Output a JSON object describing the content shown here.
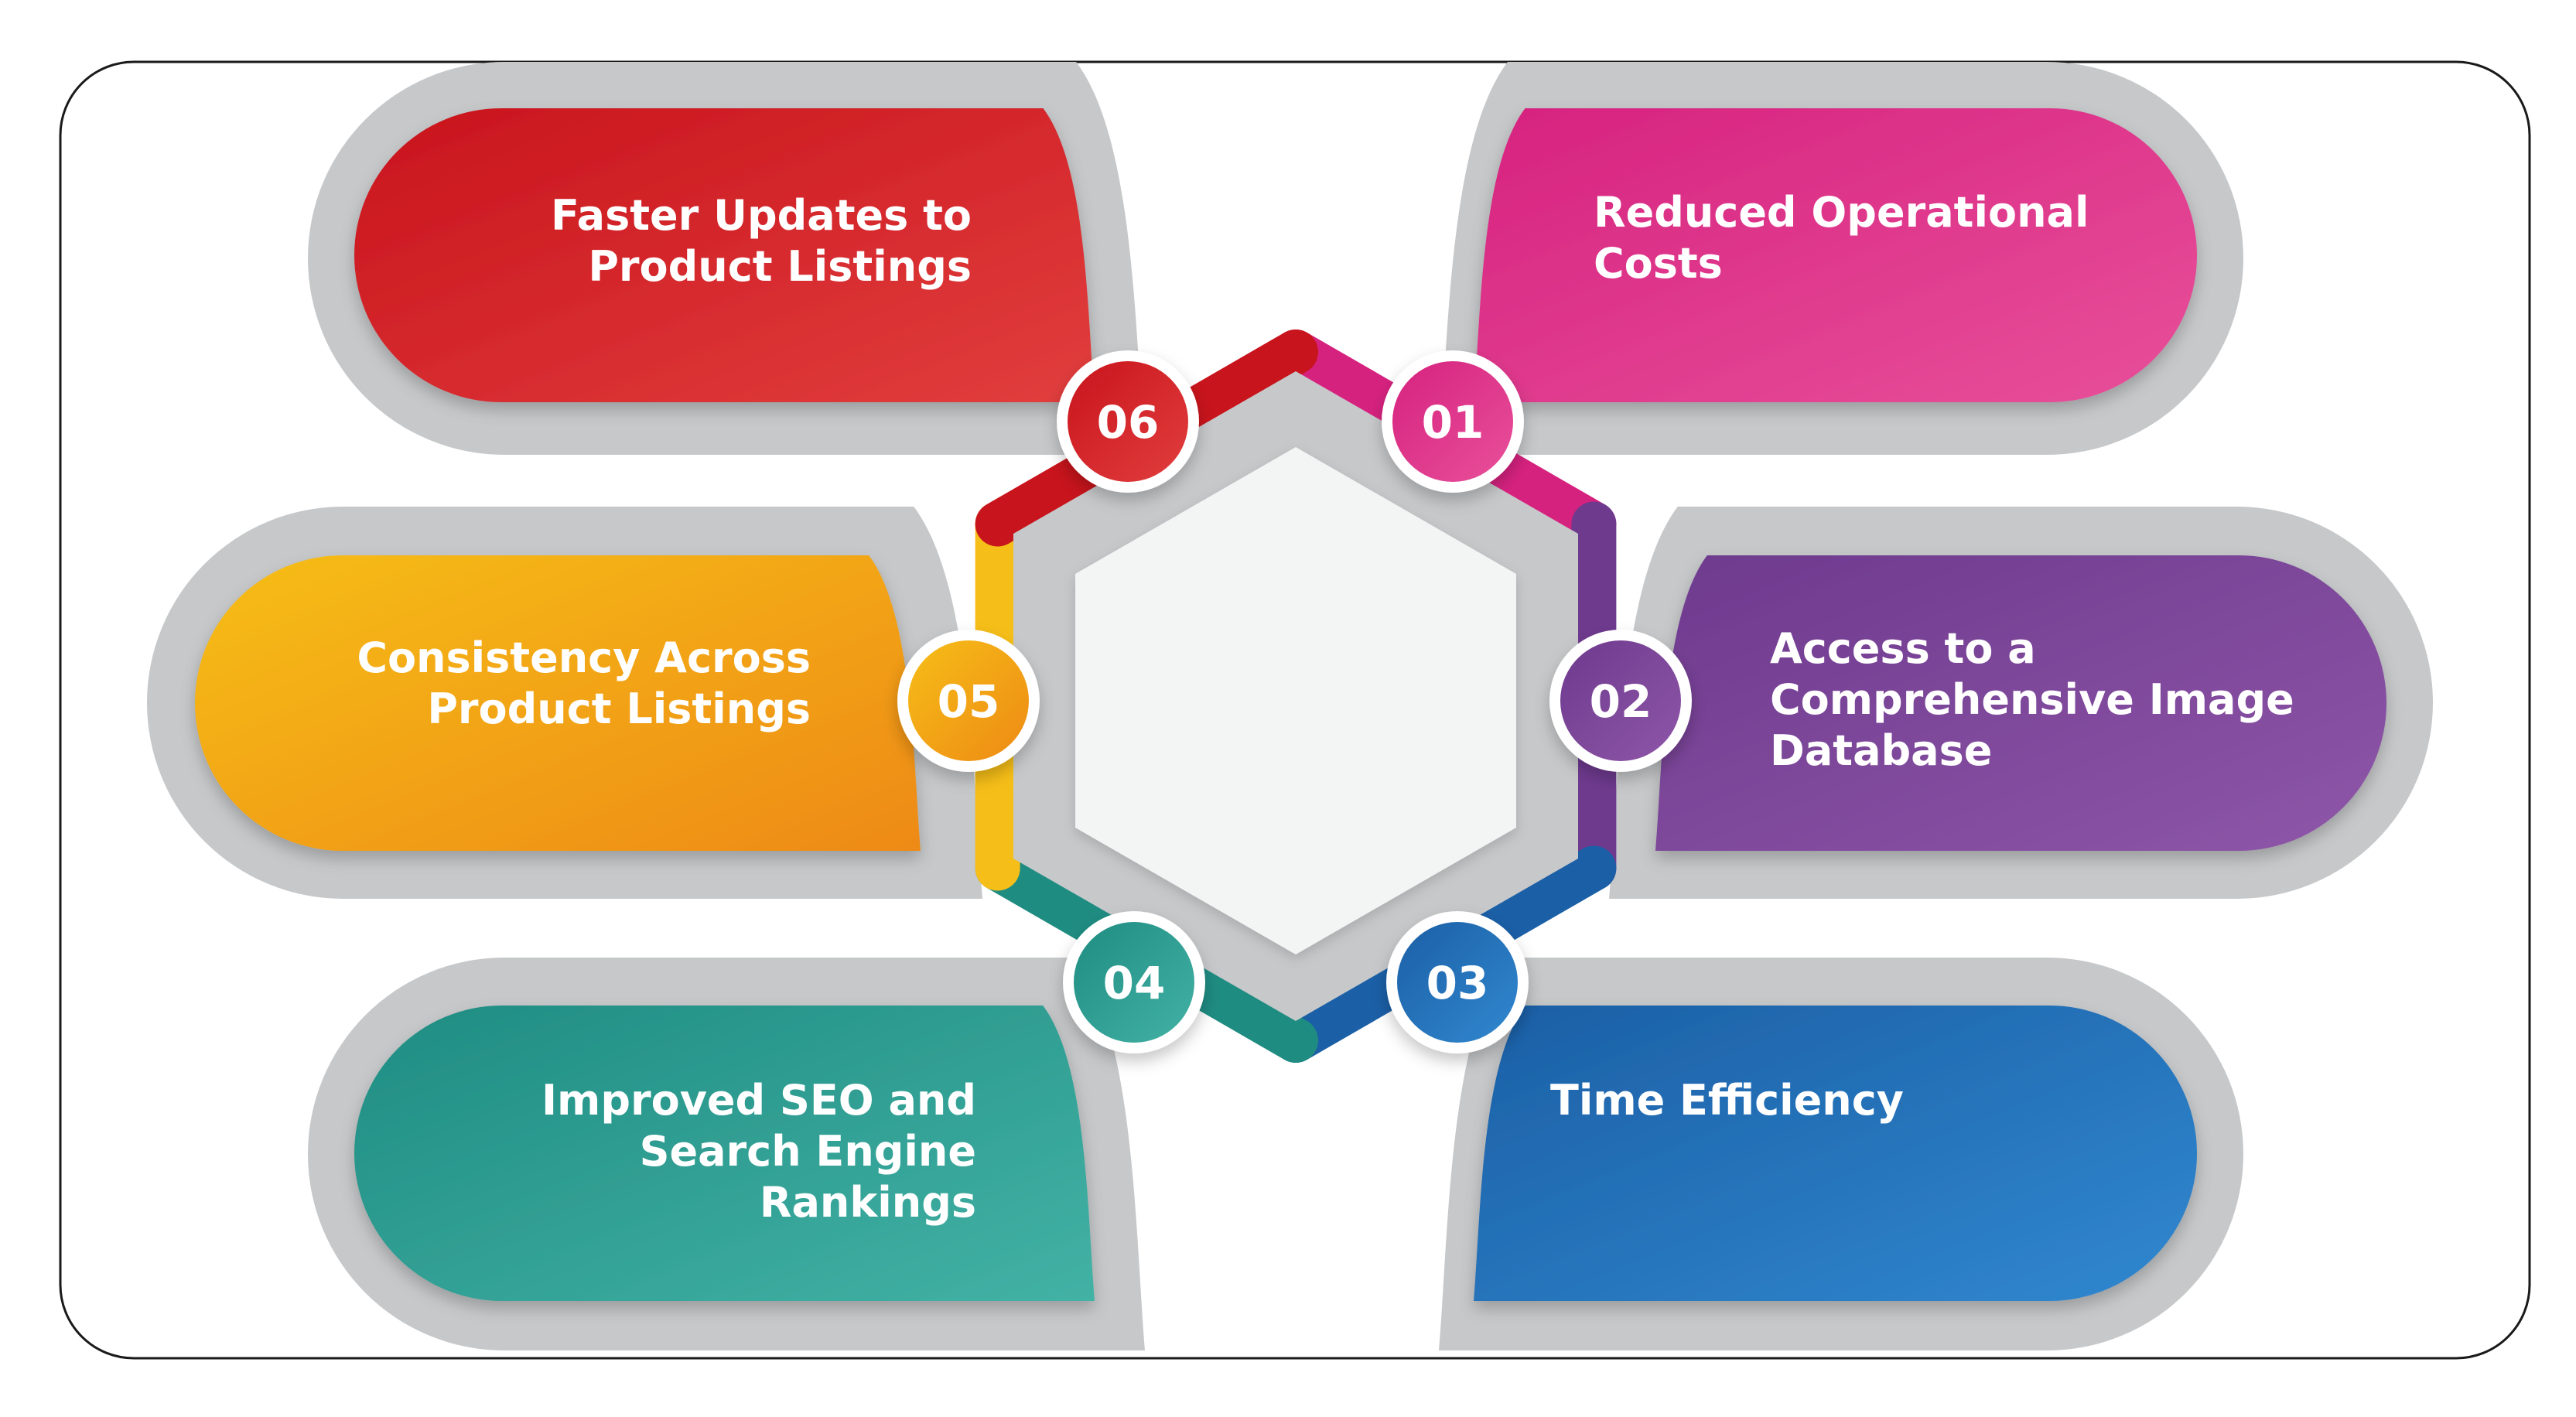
{
  "items": [
    {
      "number": "01",
      "label": "Reduced Operational\nCosts",
      "color_start": "#D6227F",
      "color_end": "#E8509A"
    },
    {
      "number": "02",
      "label": "Access to a\nComprehensive Image\nDatabase",
      "color_start": "#6E3A8E",
      "color_end": "#8E56A8"
    },
    {
      "number": "03",
      "label": "Time Efficiency",
      "color_start": "#1B5FA6",
      "color_end": "#3188CF"
    },
    {
      "number": "04",
      "label": "Improved SEO and\nSearch Engine Rankings",
      "color_start": "#1F8C82",
      "color_end": "#43B2A5"
    },
    {
      "number": "05",
      "label": "Consistency Across\nProduct Listings",
      "color_start": "#F6BE18",
      "color_end": "#EE8A14"
    },
    {
      "number": "06",
      "label": "Faster Updates to\nProduct Listings",
      "color_start": "#C8141C",
      "color_end": "#E23E3E"
    }
  ],
  "frame_color": "#1a1a1a",
  "shell_color": "#C6C8CA",
  "center_color": "#F3F4F4"
}
